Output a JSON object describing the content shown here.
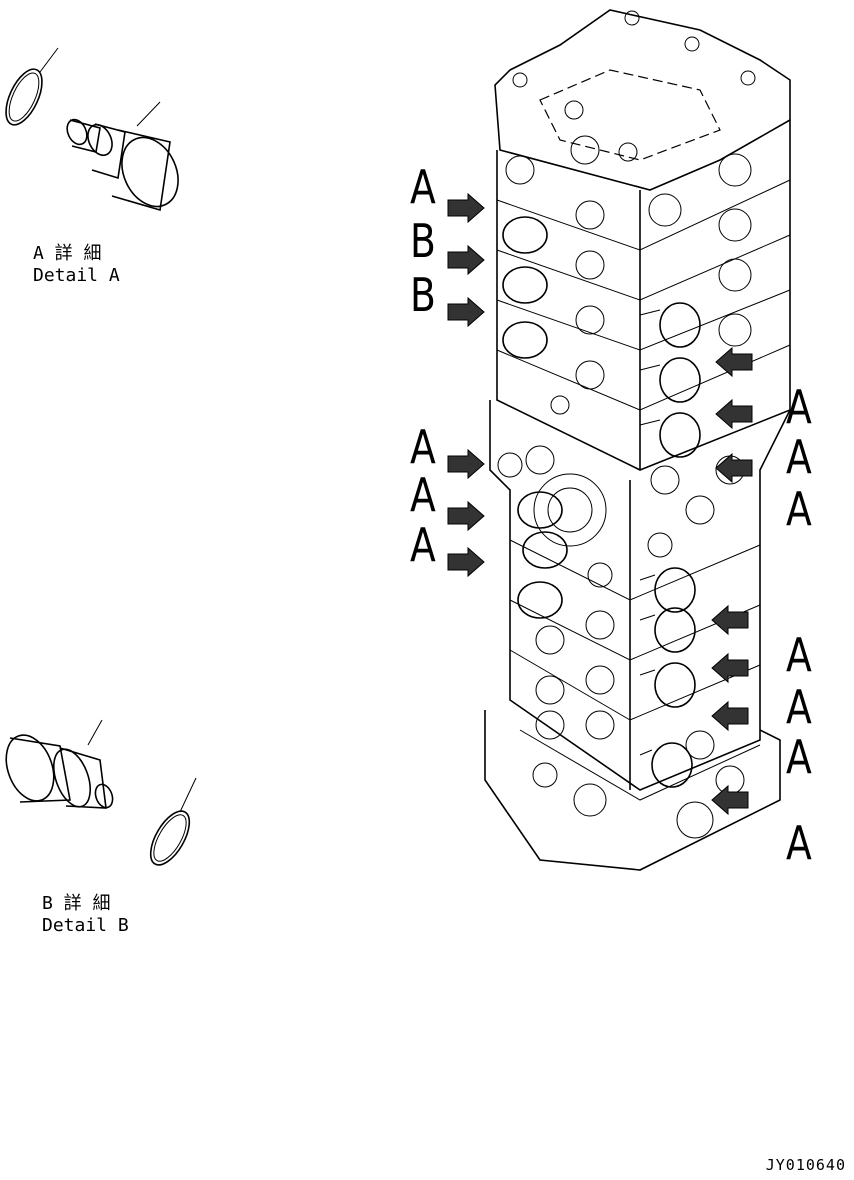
{
  "detail_a": {
    "jp": "A 詳 細",
    "en": "Detail A"
  },
  "detail_b": {
    "jp": "B 詳 細",
    "en": "Detail B"
  },
  "callouts_left": [
    "A",
    "B",
    "B",
    "A",
    "A",
    "A"
  ],
  "callouts_right": [
    "A",
    "A",
    "A",
    "A",
    "A",
    "A",
    "A"
  ],
  "drawing_number": "JY010640"
}
